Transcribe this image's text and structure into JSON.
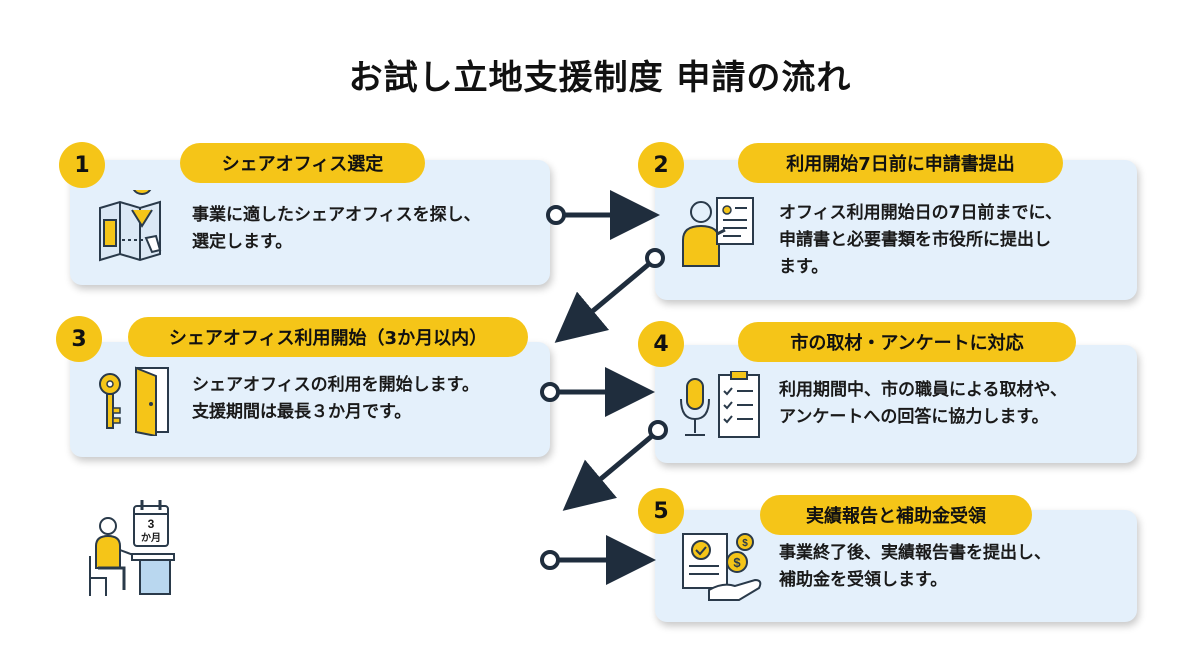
{
  "title": "お試し立地支援制度 申請の流れ",
  "steps": [
    {
      "number": "1",
      "label": "シェアオフィス選定",
      "description": "事業に適したシェアオフィスを探し、\n選定します。",
      "icon": "map-office-icon"
    },
    {
      "number": "2",
      "label": "利用開始7日前に申請書提出",
      "description": "オフィス利用開始日の7日前までに、\n申請書と必要書類を市役所に提出し\nます。",
      "icon": "document-person-icon"
    },
    {
      "number": "3",
      "label": "シェアオフィス利用開始（3か月以内）",
      "description": "シェアオフィスの利用を開始します。\n支援期間は最長３か月です。",
      "icon": "key-door-icon"
    },
    {
      "number": "4",
      "label": "市の取材・アンケートに対応",
      "description": "利用期間中、市の職員による取材や、\nアンケートへの回答に協力します。",
      "icon": "mic-checklist-icon"
    },
    {
      "number": "5",
      "label": "実績報告と補助金受領",
      "description": "事業終了後、実績報告書を提出し、\n補助金を受領します。",
      "icon": "report-money-icon"
    }
  ],
  "calendar": {
    "number": "3",
    "unit": "か月",
    "icon": "calendar-worker-icon"
  },
  "colors": {
    "accent": "#f5c518",
    "card": "#e4f0fb",
    "arrow": "#1f2d3d",
    "line": "#2a3a4a"
  }
}
